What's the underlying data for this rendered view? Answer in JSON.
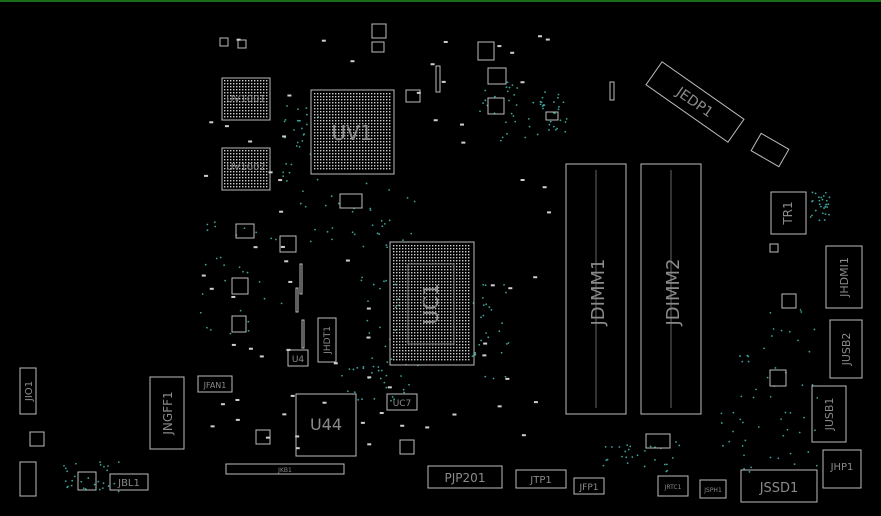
{
  "board": {
    "components": {
      "uv1001": "UV1001",
      "uv1002": "UV1002",
      "uv1": "UV1",
      "uc1": "UC1",
      "u44": "U44",
      "u4": "U4",
      "uc7": "UC7",
      "jdimm1": "JDIMM1",
      "jdimm2": "JDIMM2",
      "jedp1": "JEDP1",
      "tr1": "TR1",
      "jhdmi1": "JHDMI1",
      "jusb2": "JUSB2",
      "jusb1": "JUSB1",
      "jhp1": "JHP1",
      "jssd1": "JSSD1",
      "pjp201": "PJP201",
      "jtp1": "JTP1",
      "jfp1": "JFP1",
      "jbl1": "JBL1",
      "jngff1": "JNGFF1",
      "jfan1": "JFAN1",
      "jio1": "JIO1",
      "jhdt1": "JHDT1",
      "jkb1": "JKB1",
      "jrtc1": "JRTC1",
      "jsph1": "JSPH1"
    },
    "colors": {
      "background": "#000000",
      "outline": "#bdbdbd",
      "label": "#8a8a8a",
      "pad": "#cfcfcf",
      "via": "#3aa39a",
      "topbar": "#1a6b1a"
    }
  }
}
